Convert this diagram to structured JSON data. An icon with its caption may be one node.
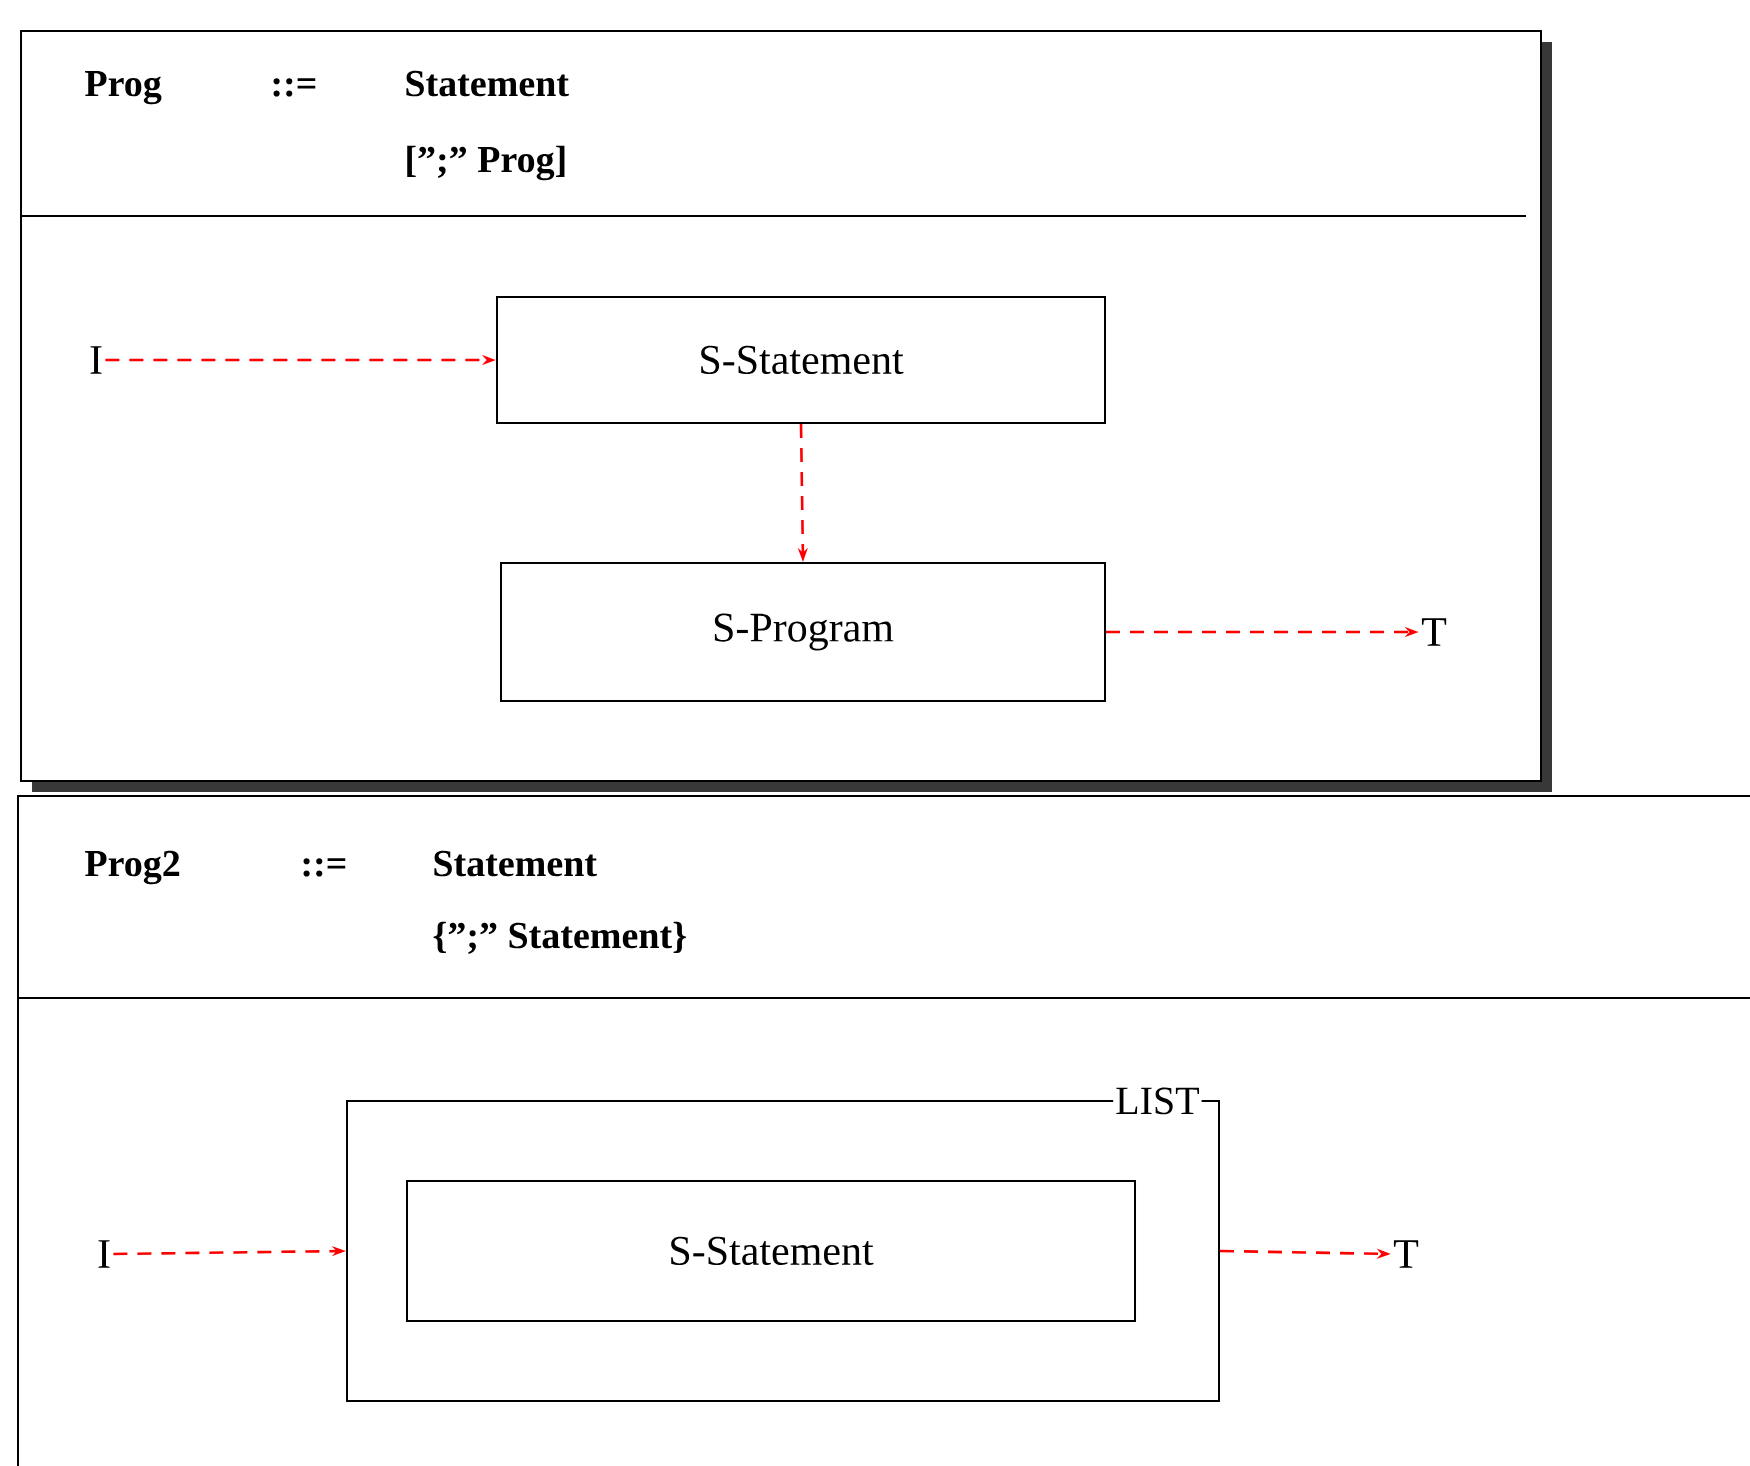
{
  "diagram": {
    "nodes": [
      {
        "text": [
          "Prog",
          "::=",
          "Statement",
          "[”;” Prog]"
        ]
      },
      {
        "text": [
          "I"
        ],
        "in": 0
      },
      {
        "text": [
          "S-Statement"
        ],
        "in": 0
      },
      {
        "text": [
          "S-Program"
        ],
        "in": 0
      },
      {
        "text": [
          "T"
        ],
        "in": 0
      },
      {
        "text": [
          "Prog2",
          "::=",
          "Statement",
          "{”;” Statement}"
        ]
      },
      {
        "text": [
          "I"
        ],
        "in": 5
      },
      {
        "text": [
          "LIST"
        ],
        "in": 5
      },
      {
        "text": [
          "S-Statement"
        ],
        "in": 7
      },
      {
        "text": [
          "T"
        ],
        "in": 5
      }
    ],
    "edges": [
      {
        "from": 1,
        "to": 2,
        "arrow": "to",
        "style": "dashed",
        "color": "#ff0000"
      },
      {
        "from": 2,
        "to": 3,
        "arrow": "to",
        "style": "dashed",
        "color": "#ff0000"
      },
      {
        "from": 3,
        "to": 4,
        "arrow": "to",
        "style": "dashed",
        "color": "#ff0000"
      },
      {
        "from": 6,
        "to": 7,
        "arrow": "to",
        "style": "dashed",
        "color": "#ff0000"
      },
      {
        "from": 7,
        "to": 9,
        "arrow": "to",
        "style": "dashed",
        "color": "#ff0000"
      }
    ]
  }
}
